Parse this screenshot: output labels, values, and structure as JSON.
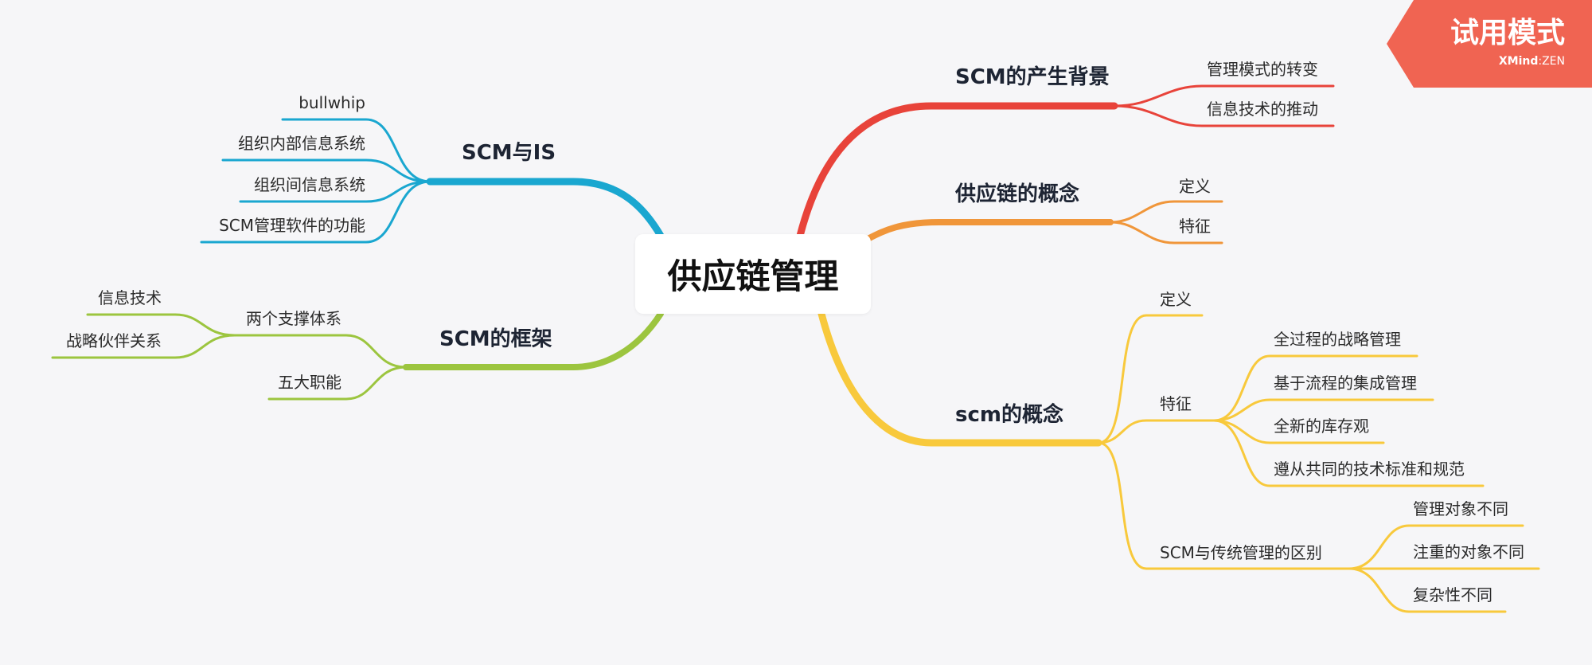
{
  "root": {
    "title": "供应链管理"
  },
  "badge": {
    "title": "试用模式",
    "brand_bold": "XMind",
    "brand_sep": ":",
    "brand_rest": "ZEN",
    "color": "#f06452"
  },
  "colors": {
    "red": "#e8433a",
    "orange": "#f0963a",
    "yellow": "#f8c93c",
    "blue": "#1aa7d0",
    "green": "#9cc53f"
  },
  "branches": {
    "background": {
      "title": "SCM的产生背景",
      "children": [
        "管理模式的转变",
        "信息技术的推动"
      ]
    },
    "supply_chain_concept": {
      "title": "供应链的概念",
      "children": [
        "定义",
        "特征"
      ]
    },
    "scm_concept": {
      "title": "scm的概念",
      "definition": "定义",
      "features": {
        "title": "特征",
        "children": [
          "全过程的战略管理",
          "基于流程的集成管理",
          "全新的库存观",
          "遵从共同的技术标准和规范"
        ]
      },
      "difference": {
        "title": "SCM与传统管理的区别",
        "children": [
          "管理对象不同",
          "注重的对象不同",
          "复杂性不同"
        ]
      }
    },
    "scm_is": {
      "title": "SCM与IS",
      "children": [
        "bullwhip",
        "组织内部信息系统",
        "组织间信息系统",
        "SCM管理软件的功能"
      ]
    },
    "framework": {
      "title": "SCM的框架",
      "support": {
        "title": "两个支撑体系",
        "children": [
          "信息技术",
          "战略伙伴关系"
        ]
      },
      "functions": "五大职能"
    }
  }
}
